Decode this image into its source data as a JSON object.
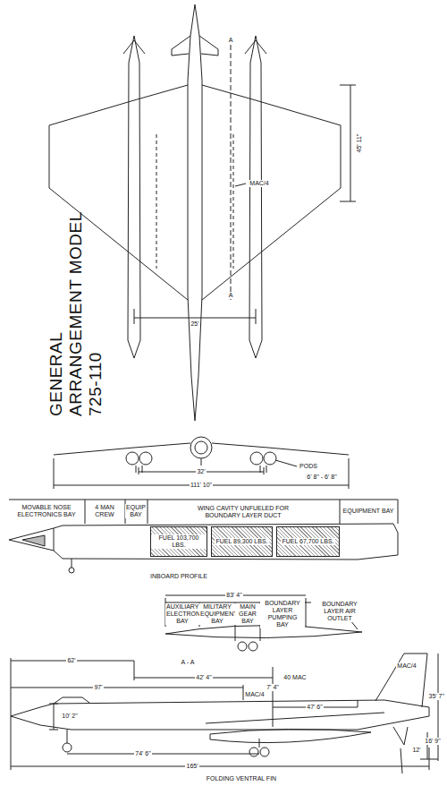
{
  "diagram": {
    "title": "GENERAL ARRANGEMENT MODEL 725-110",
    "nodes": [
      {
        "text": [
          "FUEL 103,700 LBS."
        ]
      },
      {
        "text": [
          "FUEL 89,300 LBS."
        ]
      },
      {
        "text": [
          "FUEL 67,700 LBS."
        ]
      }
    ],
    "labels": [
      "A",
      "A",
      "MAC/4",
      "45' 11\"",
      "25'",
      "PODS",
      "6' 8\" - 6' 8\"",
      "32'",
      "111' 10\"",
      "MOVABLE NOSE ELECTRONICS BAY",
      "4 MAN CREW",
      "EQUIP BAY",
      "WING CAVITY UNFUELED FOR BOUNDARY LAYER DUCT",
      "EQUIPMENT BAY",
      "INBOARD PROFILE",
      "83' 4\"",
      "AUXILIARY ELECTRONICS BAY",
      "MILITARY EQUIPMENT BAY",
      "MAIN GEAR BAY",
      "BOUNDARY LAYER PUMPING BAY",
      "BOUNDARY LAYER AIR OUTLET",
      "A - A",
      "62'",
      "42' 4\"",
      "40 MAC",
      "MAC/4",
      "7' 4\"",
      "97'",
      "47' 6\"",
      "MAC/4",
      "35' 7\"",
      "10' 2\"",
      "16' 9\"",
      "12'",
      "74' 6\"",
      "165'",
      "FOLDING VENTRAL FIN"
    ]
  }
}
